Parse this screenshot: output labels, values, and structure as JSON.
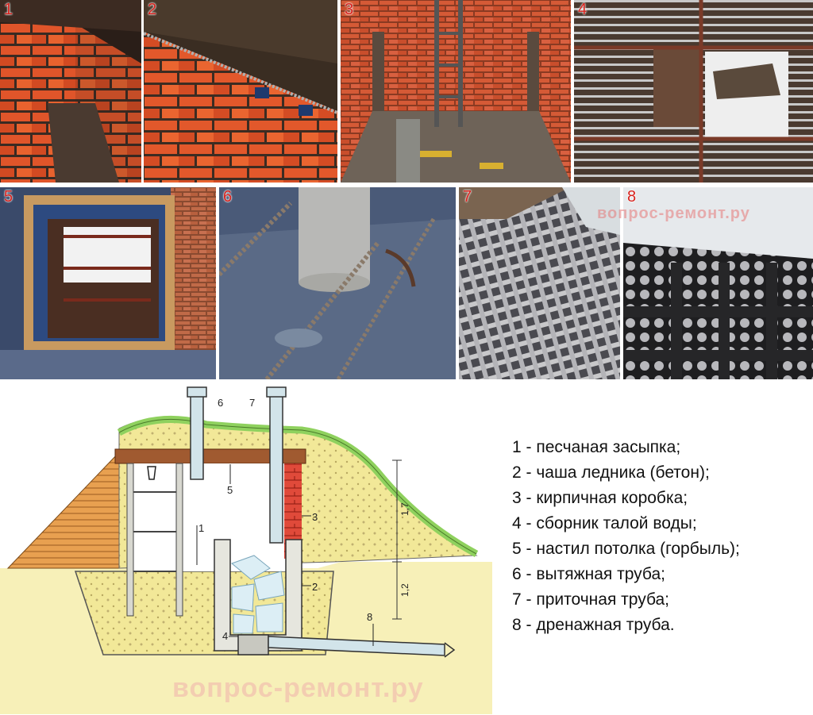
{
  "photos": [
    {
      "num": "1"
    },
    {
      "num": "2"
    },
    {
      "num": "3"
    },
    {
      "num": "4"
    },
    {
      "num": "5"
    },
    {
      "num": "6"
    },
    {
      "num": "7"
    },
    {
      "num": "8"
    }
  ],
  "watermark": "вопрос-ремонт.ру",
  "diagram": {
    "labels": [
      "1",
      "2",
      "3",
      "4",
      "5",
      "6",
      "7",
      "8"
    ],
    "dims": [
      "1,7",
      "1,2"
    ]
  },
  "legend": [
    "1 - песчаная засыпка;",
    "2 - чаша ледника (бетон);",
    "3 - кирпичная коробка;",
    "4 - сборник талой воды;",
    "5 - настил потолка (горбыль);",
    "6 - вытяжная труба;",
    "7 - приточная труба;",
    "8 - дренажная труба."
  ],
  "colors": {
    "brick": "#e0552a",
    "sand": "#f2e898",
    "grass": "#8fd15e",
    "water_pipe": "#d2e4ea",
    "label_red": "#d8231e"
  }
}
